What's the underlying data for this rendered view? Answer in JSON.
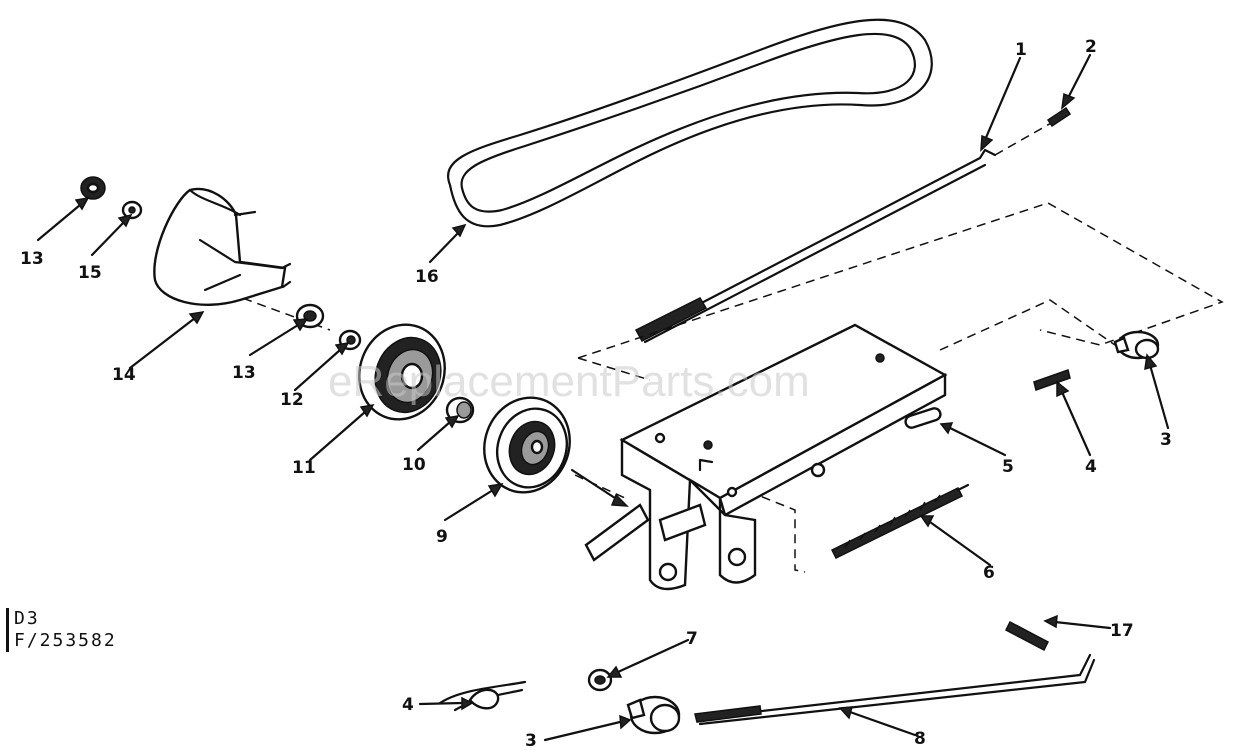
{
  "watermark": "eReplacementParts.com",
  "reference": {
    "diagram_code": "D3",
    "figure_number": "F/253582"
  },
  "callouts": {
    "c1": "1",
    "c2": "2",
    "c3a": "3",
    "c3b": "3",
    "c4a": "4",
    "c4b": "4",
    "c5": "5",
    "c6": "6",
    "c7": "7",
    "c8": "8",
    "c9": "9",
    "c10": "10",
    "c11": "11",
    "c12": "12",
    "c13a": "13",
    "c13b": "13",
    "c14": "14",
    "c15": "15",
    "c16": "16",
    "c17": "17"
  }
}
